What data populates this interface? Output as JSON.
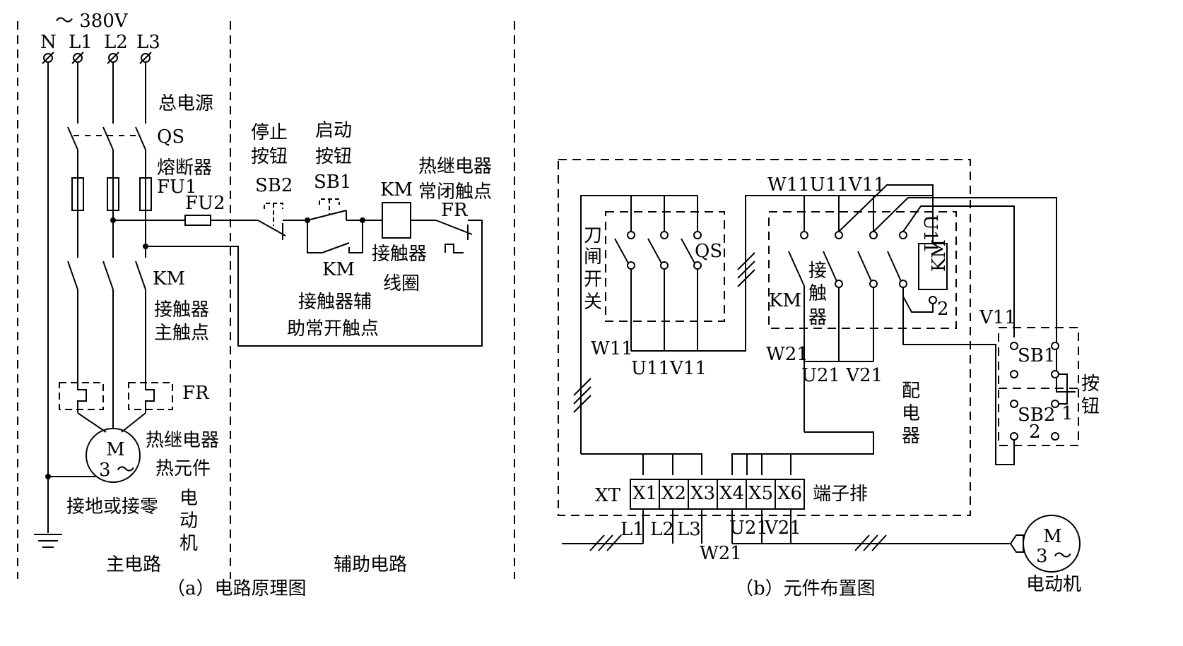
{
  "left": {
    "voltage": "～ 380V",
    "phases": [
      "N",
      "L1",
      "L2",
      "L3"
    ],
    "main_power": "总电源",
    "qs": "QS",
    "fuse_name": "熔断器",
    "fu1": "FU1",
    "fu2": "FU2",
    "km": "KM",
    "km_main_contact": [
      "接触器",
      "主触点"
    ],
    "fr": "FR",
    "thermal_element": [
      "热继电器",
      "热元件"
    ],
    "motor_m": "M",
    "motor_phase": "3 ～",
    "ground": "接地或接零",
    "motor_label": [
      "电",
      "动",
      "机"
    ],
    "main_circuit": "主电路",
    "aux_circuit": "辅助电路",
    "stop_btn": [
      "停止",
      "按钮"
    ],
    "sb2": "SB2",
    "start_btn": [
      "启动",
      "按钮"
    ],
    "sb1": "SB1",
    "coil_km": "KM",
    "coil_label": [
      "接触器",
      "线圈"
    ],
    "nc_contact": [
      "热继电器",
      "常闭触点"
    ],
    "fr_contact": "FR",
    "aux_km": "KM",
    "aux_label": [
      "接触器辅",
      "助常开触点"
    ],
    "caption": "（a）电路原理图"
  },
  "right": {
    "switch": [
      "刀",
      "闸",
      "开",
      "关"
    ],
    "qs": "QS",
    "top_wires": "W11U11V11",
    "w11": "W11",
    "u11v11": "U11V11",
    "u11_vertical": "U11",
    "km": "KM",
    "contactor": [
      "接",
      "触",
      "器"
    ],
    "km_box": "KM",
    "coil_term": "2",
    "w21_top": "W21",
    "u21v21": "U21 V21",
    "panel": [
      "配",
      "电",
      "器"
    ],
    "v11": "V11",
    "sb1": "SB1",
    "sb2": "SB2",
    "buttons": [
      "按",
      "钮"
    ],
    "btn_num_1": "1",
    "btn_num_2": "2",
    "xt": "XT",
    "terminals": [
      "X1",
      "X2",
      "X3",
      "X4",
      "X5",
      "X6"
    ],
    "terminal_strip": "端子排",
    "bottom_left": [
      "L1",
      "L2",
      "L3"
    ],
    "bottom_right": [
      "U21",
      "V21"
    ],
    "w21_bottom": "W21",
    "motor_m": "M",
    "motor_phase": "3 ～",
    "motor_label": "电动机",
    "caption": "（b）元件布置图"
  }
}
